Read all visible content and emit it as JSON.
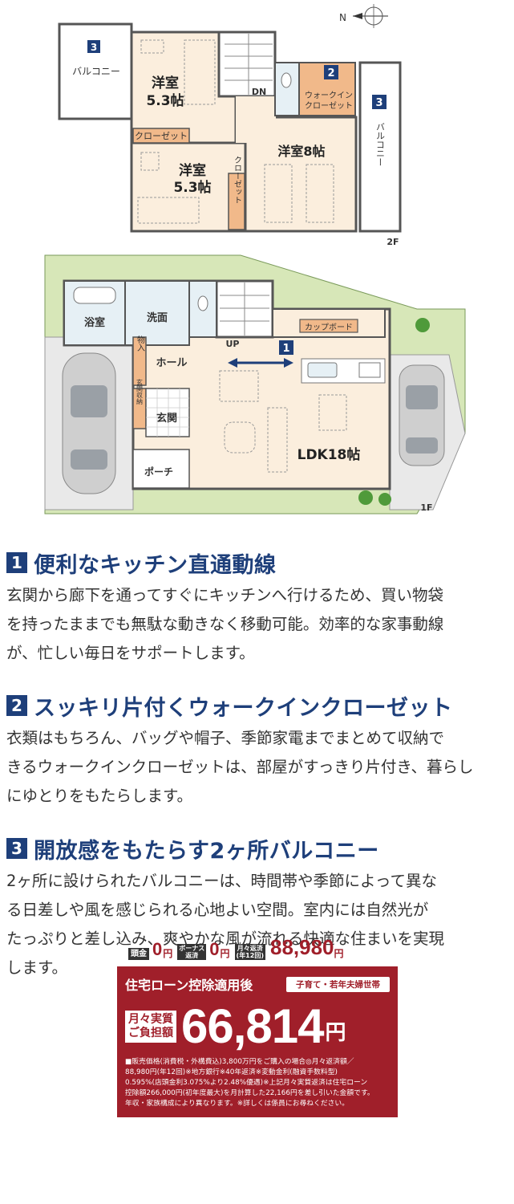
{
  "floorplan": {
    "compass": "N",
    "floor2": {
      "label": "2F",
      "balcony_left": {
        "num": "3",
        "label": "バルコニー"
      },
      "room_a": {
        "name": "洋室",
        "size": "5.3帖"
      },
      "closet_a": "クローゼット",
      "room_b": {
        "name": "洋室",
        "size": "5.3帖"
      },
      "closet_b": "クローゼット",
      "room_c": {
        "name": "洋室8帖"
      },
      "stairs_dn": "DN",
      "wic": {
        "num": "2",
        "line1": "ウォークイン",
        "line2": "クローゼット"
      },
      "balcony_right": {
        "num": "3",
        "label": "バルコニー"
      }
    },
    "floor1": {
      "label": "1F",
      "bath": "浴室",
      "wash": "洗面",
      "storage": "物入",
      "hall": "ホール",
      "shoe": "玄関収納",
      "entrance": "玄関",
      "porch": "ポーチ",
      "up": "UP",
      "cupboard": "カップボード",
      "ldk": "LDK18帖",
      "marker": "1"
    }
  },
  "features": [
    {
      "num": "1",
      "title": "便利なキッチン直通動線",
      "lines": [
        "玄関から廊下を通ってすぐにキッチンへ行けるため、買い物袋",
        "を持ったままでも無駄な動きなく移動可能。効率的な家事動線",
        "が、忙しい毎日をサポートします。"
      ]
    },
    {
      "num": "2",
      "title": "スッキリ片付くウォークインクローゼット",
      "lines": [
        "衣類はもちろん、バッグや帽子、季節家電までまとめて収納で",
        "きるウォークインクローゼットは、部屋がすっきり片付き、暮らし",
        "にゆとりをもたらします。"
      ]
    },
    {
      "num": "3",
      "title": "開放感をもたらす2ヶ所バルコニー",
      "lines": [
        "2ヶ所に設けられたバルコニーは、時間帯や季節によって異な",
        "る日差しや風を感じられる心地よい空間。室内には自然光が",
        "たっぷりと差し込み、爽やかな風が流れる快適な住まいを実現",
        "します。"
      ]
    }
  ],
  "price": {
    "down_label": "頭金",
    "down_value": "0",
    "bonus_label1": "ボーナス",
    "bonus_label2": "返済",
    "bonus_value": "0",
    "yen": "円",
    "monthly_label1": "月々返済",
    "monthly_label2": "(年12回)",
    "monthly_value": "88,980",
    "after_title": "住宅ローン控除適用後",
    "pill": "子育て・若年夫婦世帯",
    "actual_label1": "月々実質",
    "actual_label2": "ご負担額",
    "actual_value": "66,814",
    "actual_yen": "円",
    "notes": [
      "■販売価格(消費税・外構費込)3,800万円をご購入の場合◎月々返済額／",
      "88,980円(年12回)※地方銀行※40年返済※変動金利(融資手数料型)",
      "0.595%(店頭金利3.075%より2.48%優遇)※上記月々実質返済は住宅ローン",
      "控除額266,000円(初年度最大)を月計算した22,166円を差し引いた金額です。",
      "年収・家族構成により異なります。※詳しくは係員にお尋ねください。"
    ]
  },
  "colors": {
    "navy": "#1e3f7a",
    "red": "#a01f2a",
    "room": "#fbeedd",
    "grass": "#d7e7b8",
    "wic": "#f1b98a"
  }
}
